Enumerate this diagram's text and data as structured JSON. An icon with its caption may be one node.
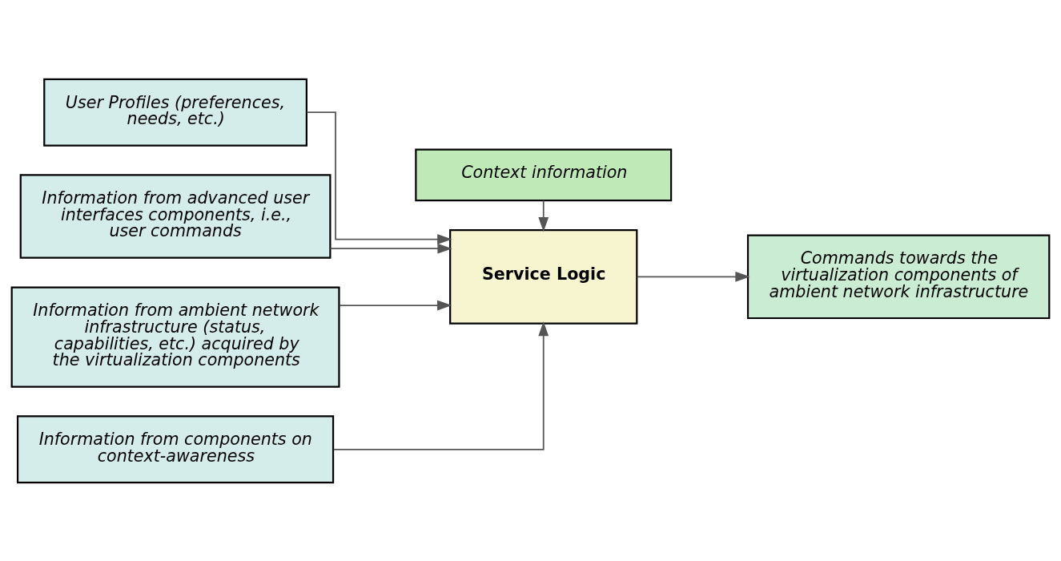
{
  "diagram": {
    "nodes": [
      {
        "text": [
          "User Profiles (preferences, needs, etc.)"
        ]
      },
      {
        "text": [
          "Information from advanced user interfaces components, i.e., user commands"
        ]
      },
      {
        "text": [
          "Information from ambient network infrastructure (status, capabilities, etc.) acquired by the virtualization components"
        ]
      },
      {
        "text": [
          "Information from components on context-awareness"
        ]
      },
      {
        "text": [
          "Context information"
        ]
      },
      {
        "text": [
          "Service Logic"
        ]
      },
      {
        "text": [
          "Commands towards the virtualization components of ambient network infrastructure"
        ]
      }
    ],
    "edges": [
      {
        "from": 0,
        "to": 5,
        "arrow": "to"
      },
      {
        "from": 1,
        "to": 5,
        "arrow": "to"
      },
      {
        "from": 2,
        "to": 5,
        "arrow": "to"
      },
      {
        "from": 3,
        "to": 5,
        "arrow": "to"
      },
      {
        "from": 4,
        "to": 5,
        "arrow": "to"
      },
      {
        "from": 5,
        "to": 6,
        "arrow": "to"
      }
    ]
  }
}
